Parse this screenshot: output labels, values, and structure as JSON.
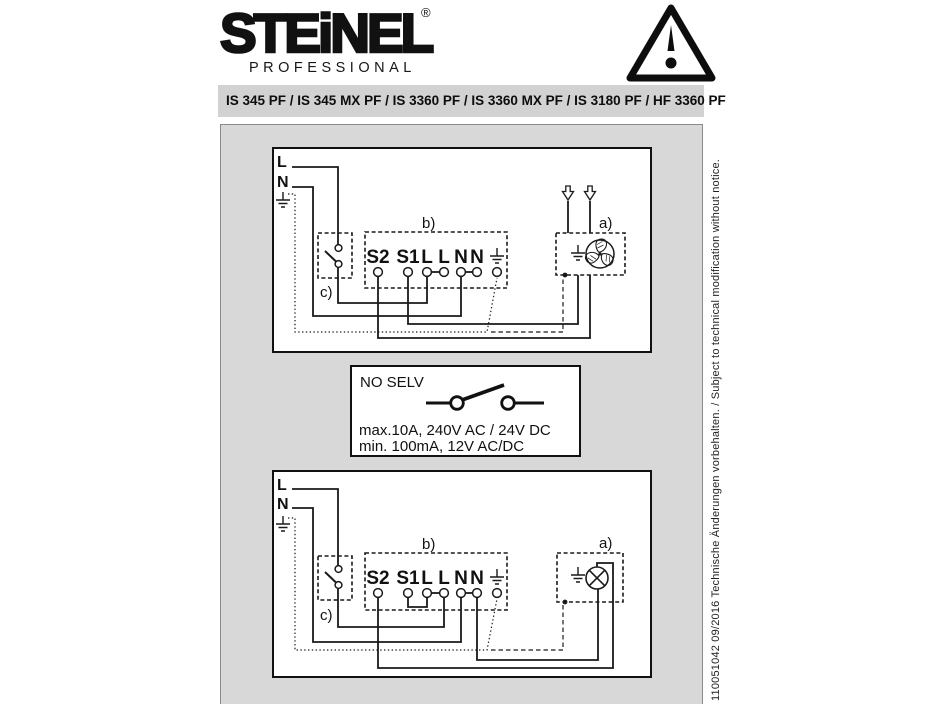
{
  "header": {
    "brand": "STEiNEL",
    "registered_mark": "®",
    "brand_subtitle": "PROFESSIONAL",
    "models_bar": "IS 345 PF / IS 345 MX PF / IS 3360 PF / IS 3360 MX PF / IS 3180 PF / HF 3360 PF"
  },
  "icons": {
    "warning": "warning-triangle-icon",
    "earth": "earth-ground-icon",
    "fan": "fan-icon",
    "lamp": "lamp-icon",
    "switch": "switch-icon",
    "air_arrows": "down-arrow-icon"
  },
  "wiring_diagram_top": {
    "supply_line_label": "L",
    "supply_neutral_label": "N",
    "load_label": "a)",
    "terminal_block_label": "b)",
    "switch_label": "c)",
    "terminals": [
      "S2",
      "S1",
      "L",
      "L",
      "N",
      "N"
    ],
    "load_icon": "fan-icon"
  },
  "wiring_diagram_bottom": {
    "supply_line_label": "L",
    "supply_neutral_label": "N",
    "load_label": "a)",
    "terminal_block_label": "b)",
    "switch_label": "c)",
    "terminals": [
      "S2",
      "S1",
      "L",
      "L",
      "N",
      "N"
    ],
    "load_icon": "lamp-icon"
  },
  "selv_notice": {
    "title": "NO SELV",
    "rating_line1": "max.10A, 240V AC / 24V DC",
    "rating_line2": "min. 100mA, 12V AC/DC"
  },
  "side_note": "110051042 09/2016  Technische Änderungen vorbehalten. / Subject to technical modification without notice.",
  "colors": {
    "panel_gray": "#d8d8d8",
    "bar_gray": "#d2d2d2",
    "ink": "#1a1a1a"
  }
}
